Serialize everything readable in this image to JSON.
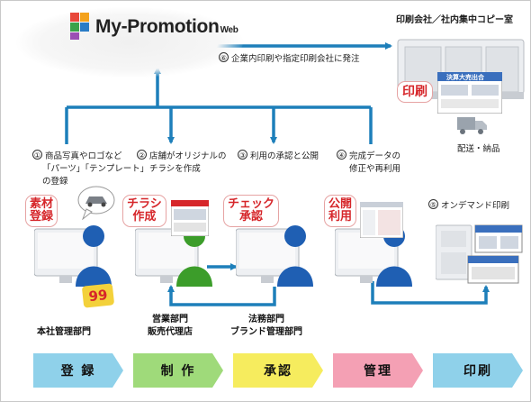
{
  "logo": {
    "brand": "My-Promotion",
    "suffix": "Web"
  },
  "print_company": "印刷会社／社内集中コピー室",
  "print_badge": "印刷",
  "step6": {
    "num": "⑥",
    "text": "企業内印刷や指定印刷会社に発注"
  },
  "delivery": "配送・納品",
  "steps": [
    {
      "num": "①",
      "lines": [
        "商品写真やロゴなど",
        "「パーツ」「テンプレート」",
        "の登録"
      ]
    },
    {
      "num": "②",
      "lines": [
        "店舗がオリジナルの",
        "チラシを作成"
      ]
    },
    {
      "num": "③",
      "lines": [
        "利用の承認と公開"
      ]
    },
    {
      "num": "④",
      "lines": [
        "完成データの",
        "修正や再利用"
      ]
    }
  ],
  "step5": {
    "num": "⑤",
    "text": "オンデマンド印刷"
  },
  "badges": [
    {
      "l1": "素材",
      "l2": "登録"
    },
    {
      "l1": "チラシ",
      "l2": "作成"
    },
    {
      "l1": "チェック",
      "l2": "承認"
    },
    {
      "l1": "公開",
      "l2": "利用"
    }
  ],
  "sale_tag": "99",
  "flyer_title": "決算大売出合",
  "departments": [
    {
      "l1": "本社管理部門"
    },
    {
      "l1": "営業部門",
      "l2": "販売代理店"
    },
    {
      "l1": "法務部門",
      "l2": "ブランド管理部門"
    }
  ],
  "stages": [
    {
      "label": "登 録",
      "color": "#8fd1ea"
    },
    {
      "label": "制 作",
      "color": "#9fda7a"
    },
    {
      "label": "承認",
      "color": "#f6ec5e"
    },
    {
      "label": "管理",
      "color": "#f4a0b4"
    },
    {
      "label": "印刷",
      "color": "#8fd1ea"
    }
  ],
  "colors": {
    "arrow": "#1d7fba",
    "person_blue": "#1f5fb3",
    "person_green": "#3c9d2a",
    "accent_red": "#d6262a"
  }
}
